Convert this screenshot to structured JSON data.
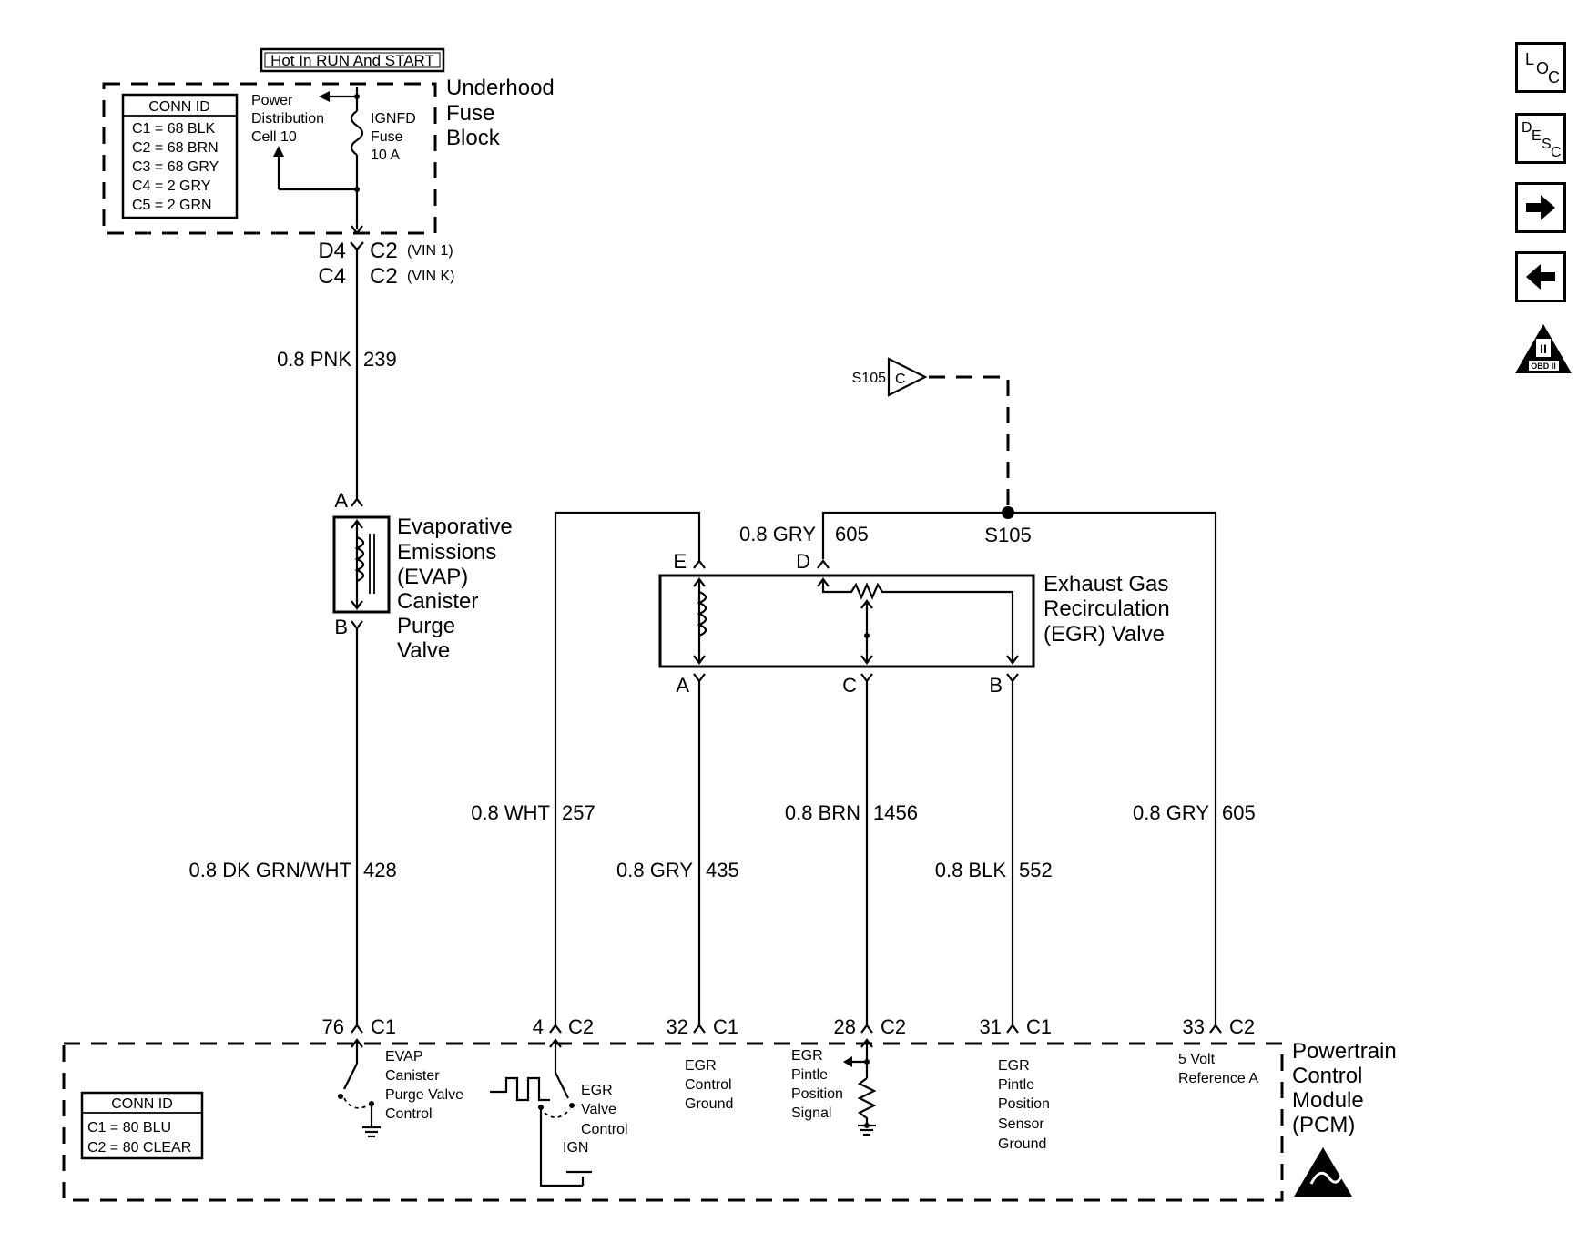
{
  "fuse_block": {
    "hot_label": "Hot In RUN And START",
    "title_lines": [
      "Underhood",
      "Fuse",
      "Block"
    ],
    "conn_id_header": "CONN ID",
    "conn_ids": [
      "C1 = 68 BLK",
      "C2 = 68 BRN",
      "C3 = 68 GRY",
      "C4 = 2 GRY",
      "C5 = 2 GRN"
    ],
    "power_dist_lines": [
      "Power",
      "Distribution",
      "Cell 10"
    ],
    "fuse_lines": [
      "IGNFD",
      "Fuse",
      "10 A"
    ]
  },
  "fuse_connectors": {
    "row1_left": "D4",
    "row1_right": "C2",
    "row1_note": "(VIN 1)",
    "row2_left": "C4",
    "row2_right": "C2",
    "row2_note": "(VIN K)"
  },
  "wires": {
    "pnk": {
      "left": "0.8 PNK",
      "right": "239"
    },
    "dkgrn": {
      "left": "0.8 DK GRN/WHT",
      "right": "428"
    },
    "wht": {
      "left": "0.8 WHT",
      "right": "257"
    },
    "gry435": {
      "left": "0.8 GRY",
      "right": "435"
    },
    "brn": {
      "left": "0.8 BRN",
      "right": "1456"
    },
    "blk": {
      "left": "0.8 BLK",
      "right": "552"
    },
    "gry605_low": {
      "left": "0.8 GRY",
      "right": "605"
    },
    "gry605_top": {
      "left": "0.8 GRY",
      "right": "605"
    }
  },
  "evap_valve": {
    "pin_a": "A",
    "pin_b": "B",
    "label_lines": [
      "Evaporative",
      "Emissions",
      "(EVAP)",
      "Canister",
      "Purge",
      "Valve"
    ]
  },
  "splice": {
    "ref": "S105",
    "ref_letter": "C",
    "label": "S105"
  },
  "egr_valve": {
    "pin_e": "E",
    "pin_d": "D",
    "pin_a": "A",
    "pin_c": "C",
    "pin_b": "B",
    "label_lines": [
      "Exhaust Gas",
      "Recirculation",
      "(EGR) Valve"
    ]
  },
  "pcm": {
    "title_lines": [
      "Powertrain",
      "Control",
      "Module",
      "(PCM)"
    ],
    "conn_id_header": "CONN ID",
    "conn_ids": [
      "C1 = 80 BLU",
      "C2 = 80 CLEAR"
    ],
    "pins": [
      {
        "num": "76",
        "conn": "C1"
      },
      {
        "num": "4",
        "conn": "C2"
      },
      {
        "num": "32",
        "conn": "C1"
      },
      {
        "num": "28",
        "conn": "C2"
      },
      {
        "num": "31",
        "conn": "C1"
      },
      {
        "num": "33",
        "conn": "C2"
      }
    ],
    "evap_ctrl_lines": [
      "EVAP",
      "Canister",
      "Purge Valve",
      "Control"
    ],
    "egr_ctrl_lines": [
      "EGR",
      "Valve",
      "Control"
    ],
    "ign": "IGN",
    "egr_gnd_lines": [
      "EGR",
      "Control",
      "Ground"
    ],
    "pintle_sig_lines": [
      "EGR",
      "Pintle",
      "Position",
      "Signal"
    ],
    "pintle_gnd_lines": [
      "EGR",
      "Pintle",
      "Position",
      "Sensor",
      "Ground"
    ],
    "ref_lines": [
      "5 Volt",
      "Reference A"
    ]
  },
  "nav": {
    "loc_l": "L",
    "loc_o": "O",
    "loc_c": "C",
    "desc_d": "D",
    "desc_e": "E",
    "desc_s": "S",
    "desc_c": "C",
    "obd": "OBD II",
    "obd_num": "II"
  }
}
